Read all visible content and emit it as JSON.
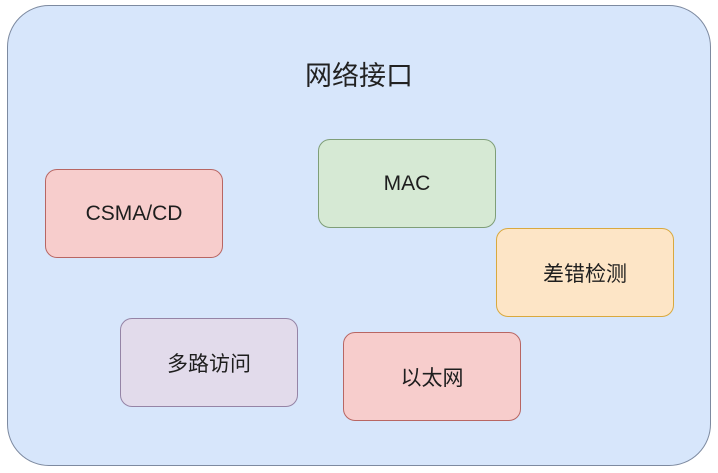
{
  "title": "网络接口",
  "nodes": [
    {
      "label": "CSMA/CD",
      "color": "#f7cdcc"
    },
    {
      "label": "MAC",
      "color": "#d6e9d4"
    },
    {
      "label": "差错检测",
      "color": "#fde5c6"
    },
    {
      "label": "多路访问",
      "color": "#e2dbeb"
    },
    {
      "label": "以太网",
      "color": "#f7cdcc"
    }
  ]
}
